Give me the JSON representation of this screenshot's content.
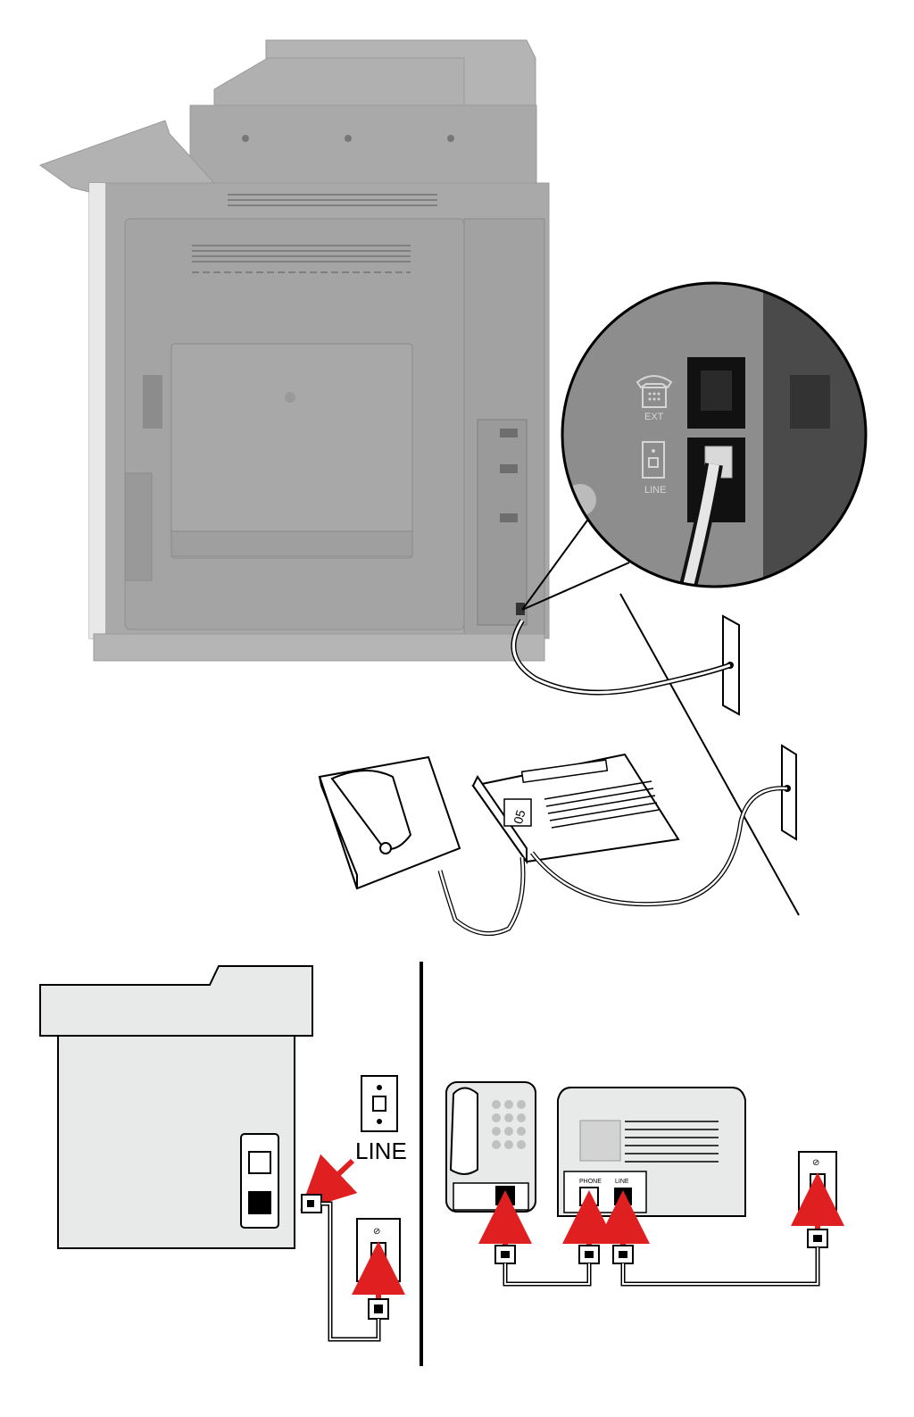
{
  "port_labels": {
    "ext": "EXT",
    "line_small": "LINE",
    "line_big": "LINE",
    "phone": "PHONE",
    "line_machine": "LINE"
  },
  "answering_machine_display": "05",
  "colors": {
    "printer_body": "#a9a9a9",
    "printer_dark": "#8f8f8f",
    "panel_fill": "#e8e9e9",
    "cable": "#000000",
    "arrow": "#e02020",
    "zoom_bg": "#8a8a8a"
  },
  "icons": {
    "ext_port": "phone-icon",
    "line_port": "wall-jack-icon"
  }
}
